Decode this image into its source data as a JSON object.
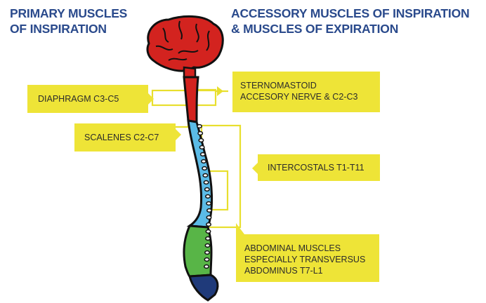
{
  "headings": {
    "primary": [
      "PRIMARY MUSCLES",
      "OF INSPIRATION"
    ],
    "accessory": [
      "ACCESSORY MUSCLES OF INSPIRATION",
      "& MUSCLES OF EXPIRATION"
    ]
  },
  "labels": {
    "diaphragm": [
      "DIAPHRAGM C3-C5"
    ],
    "scalenes": [
      "SCALENES C2-C7"
    ],
    "sternomastoid": [
      "STERNOMASTOID",
      "ACCESORY NERVE & C2-C3"
    ],
    "intercostals": [
      "INTERCOSTALS T1-T11"
    ],
    "abdominal": [
      "ABDOMINAL MUSCLES",
      "ESPECIALLY TRANSVERSUS",
      "ABDOMINUS T7-L1"
    ]
  },
  "colors": {
    "heading": "#2a4a8c",
    "label_bg": "#eee437",
    "connector": "#e8df2e",
    "brain": "#d3231f",
    "cervical": "#d3231f",
    "thoracic": "#5bbbe6",
    "lumbar": "#58b547",
    "sacral": "#1f3a7a",
    "outline": "#111111"
  }
}
